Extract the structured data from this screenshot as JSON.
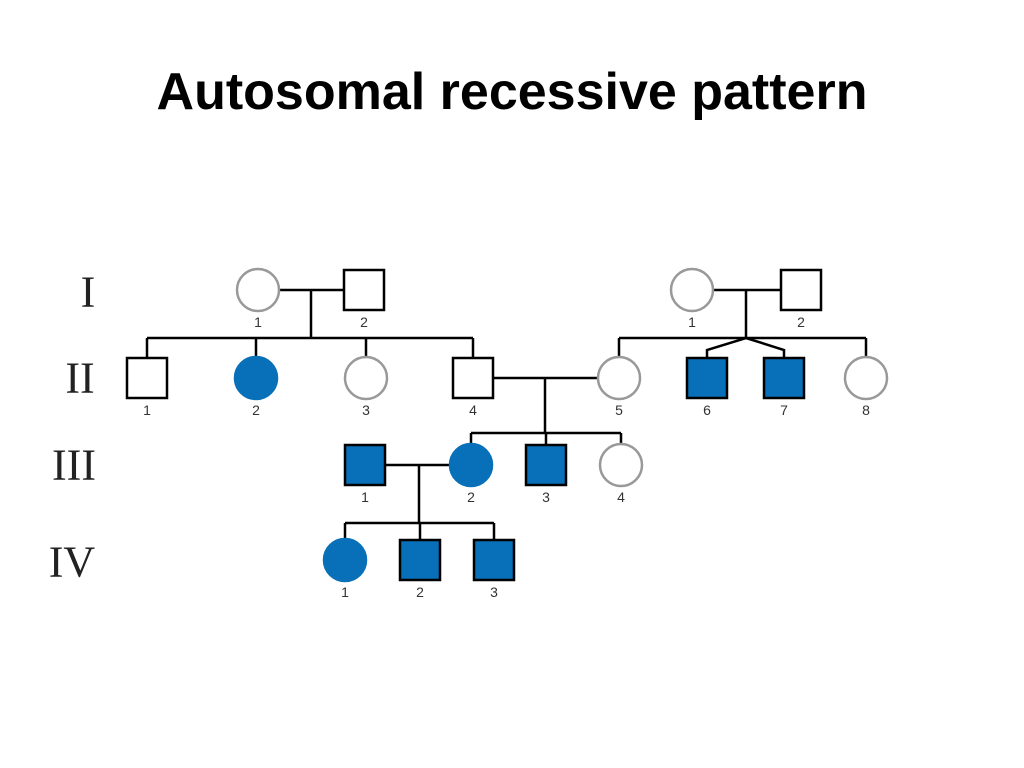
{
  "title": "Autosomal recessive pattern",
  "colors": {
    "affected_fill": "#0870b8",
    "unaffected_fill": "#ffffff",
    "male_stroke": "#000000",
    "female_stroke": "#999999",
    "line": "#000000"
  },
  "generations": [
    {
      "label": "I"
    },
    {
      "label": "II"
    },
    {
      "label": "III"
    },
    {
      "label": "IV"
    }
  ],
  "individuals": {
    "I_1a": {
      "number": "1",
      "sex": "female",
      "affected": false
    },
    "I_2a": {
      "number": "2",
      "sex": "male",
      "affected": false
    },
    "I_1b": {
      "number": "1",
      "sex": "female",
      "affected": false
    },
    "I_2b": {
      "number": "2",
      "sex": "male",
      "affected": false
    },
    "II_1": {
      "number": "1",
      "sex": "male",
      "affected": false
    },
    "II_2": {
      "number": "2",
      "sex": "female",
      "affected": true
    },
    "II_3": {
      "number": "3",
      "sex": "female",
      "affected": false
    },
    "II_4": {
      "number": "4",
      "sex": "male",
      "affected": false
    },
    "II_5": {
      "number": "5",
      "sex": "female",
      "affected": false
    },
    "II_6": {
      "number": "6",
      "sex": "male",
      "affected": true
    },
    "II_7": {
      "number": "7",
      "sex": "male",
      "affected": true
    },
    "II_8": {
      "number": "8",
      "sex": "female",
      "affected": false
    },
    "III_1": {
      "number": "1",
      "sex": "male",
      "affected": true
    },
    "III_2": {
      "number": "2",
      "sex": "female",
      "affected": true
    },
    "III_3": {
      "number": "3",
      "sex": "male",
      "affected": true
    },
    "III_4": {
      "number": "4",
      "sex": "female",
      "affected": false
    },
    "IV_1": {
      "number": "1",
      "sex": "female",
      "affected": true
    },
    "IV_2": {
      "number": "2",
      "sex": "male",
      "affected": true
    },
    "IV_3": {
      "number": "3",
      "sex": "male",
      "affected": true
    }
  }
}
